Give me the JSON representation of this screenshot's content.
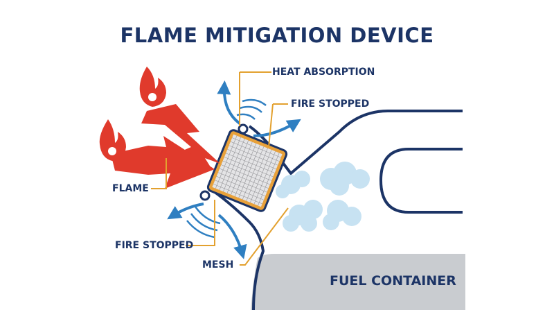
{
  "title": "FLAME MITIGATION DEVICE",
  "labels": {
    "heat_absorption": "HEAT ABSORPTION",
    "fire_stopped_top": "FIRE STOPPED",
    "flame": "FLAME",
    "fire_stopped_bottom": "FIRE STOPPED",
    "mesh": "MESH",
    "fuel_container": "FUEL CONTAINER"
  },
  "colors": {
    "navy": "#1c3466",
    "flame_red": "#e03a2c",
    "arrow_blue": "#2f7fc1",
    "leader_gold": "#e3a12f",
    "cloud_blue": "#c7e2f2",
    "fuel_gray": "#c9ccd0",
    "mesh_gray": "#c8c8cc"
  },
  "icons": [
    "flame-icon",
    "flame-arrow",
    "deflect-arrow",
    "heat-wave",
    "smoke-cloud",
    "mesh-filter"
  ]
}
